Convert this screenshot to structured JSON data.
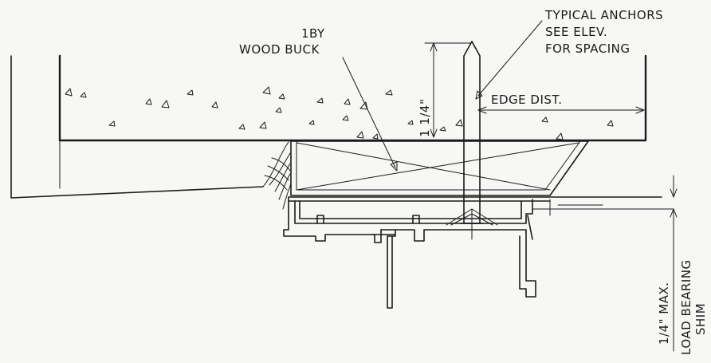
{
  "notes": {
    "anchors_line1": "TYPICAL ANCHORS",
    "anchors_line2": "SEE ELEV.",
    "anchors_line3": "FOR SPACING",
    "buck_line1": "1BY",
    "buck_line2": "WOOD BUCK",
    "edge_dist": "EDGE DIST.",
    "embed_dim": "1 1/4\"",
    "shim_dim": "1/4\" MAX.",
    "shim_line1": "LOAD BEARING",
    "shim_line2": "SHIM"
  }
}
